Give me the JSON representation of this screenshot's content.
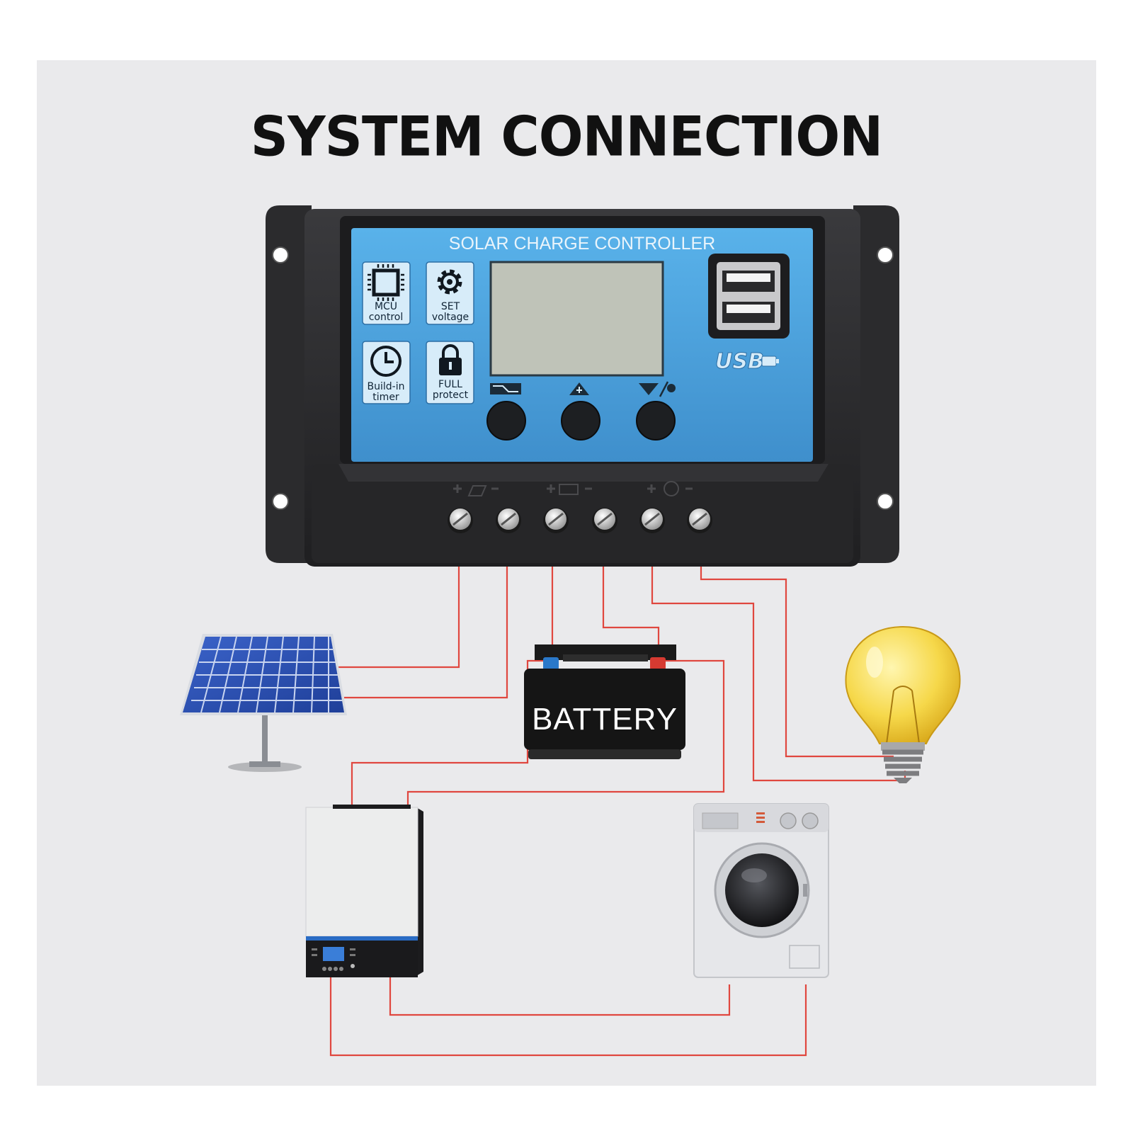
{
  "title": "SYSTEM CONNECTION",
  "controller": {
    "label": "SOLAR CHARGE CONTROLLER",
    "features": [
      {
        "icon": "chip-icon",
        "line1": "MCU",
        "line2": "control"
      },
      {
        "icon": "gear-icon",
        "line1": "SET",
        "line2": "voltage"
      },
      {
        "icon": "clock-icon",
        "line1": "Build-in",
        "line2": "timer"
      },
      {
        "icon": "lock-icon",
        "line1": "FULL",
        "line2": "protect"
      }
    ],
    "usb_label": "USB",
    "buttons": [
      "menu-button",
      "up-button",
      "down-light-button"
    ]
  },
  "battery": {
    "label": "BATTERY"
  },
  "components": [
    "solar-panel",
    "battery",
    "light-bulb",
    "inverter",
    "washing-machine"
  ],
  "colors": {
    "background": "#eaeaec",
    "panel_blue": "#4fa6df",
    "housing": "#2a2a2c",
    "wire": "#e0473f",
    "lcd": "#bfc3b8"
  }
}
